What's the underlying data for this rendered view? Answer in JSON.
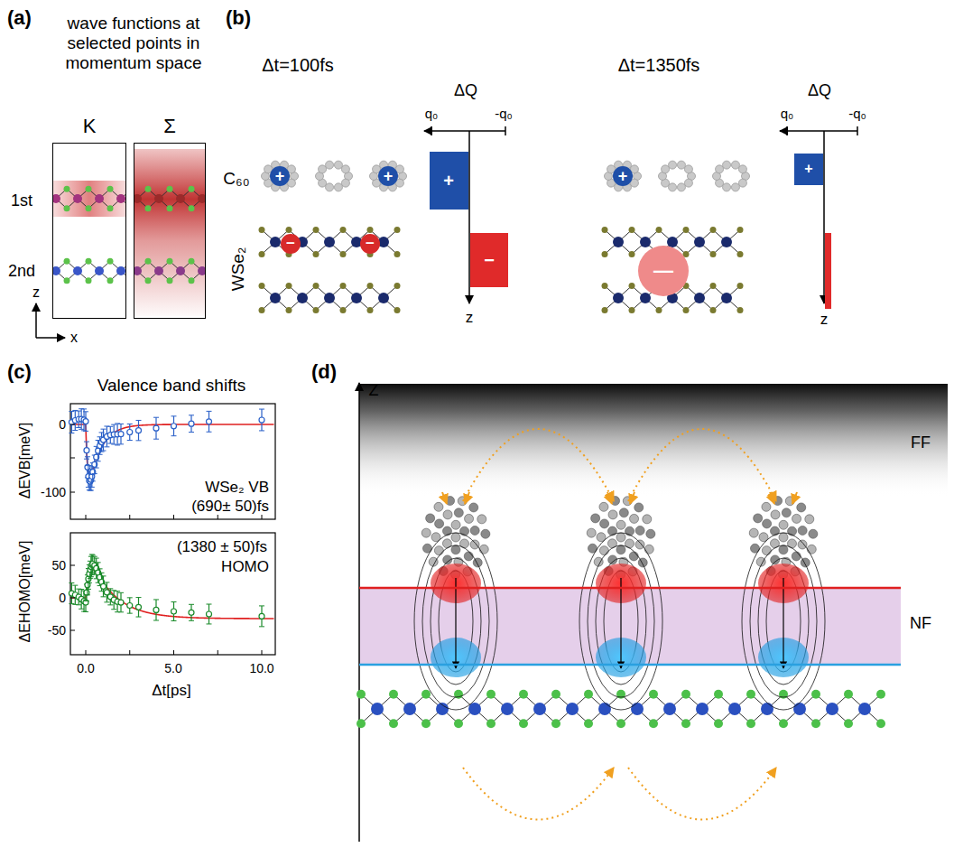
{
  "diagram": {
    "nodes": [
      {
        "text": [
          "K"
        ]
      },
      {
        "text": [
          "Σ"
        ]
      }
    ],
    "labels": [
      "(a)",
      "wave functions at selected points in momentum space",
      "1st",
      "2nd",
      "z",
      "x",
      "(b)",
      "Δt=100fs",
      "ΔQ",
      "q₀",
      "-q₀",
      "Δt=1350fs",
      "ΔQ",
      "q₀",
      "-q₀",
      "C₆₀",
      "WSe₂",
      "+",
      "+",
      "−",
      "−",
      "+",
      "−",
      "z",
      "+",
      "—",
      "+",
      "z",
      "(c)",
      "Valence band shifts",
      "ΔEVB[meV]",
      "0",
      "-100",
      "WSe₂ VB",
      "(690± 50)fs",
      "ΔEHOMO[meV]",
      "(1380 ± 50)fs",
      "HOMO",
      "50",
      "0",
      "-50",
      "0.0",
      "5.0",
      "10.0",
      "Δt[ps]",
      "(d)",
      "Z",
      "FF",
      "NF"
    ]
  }
}
